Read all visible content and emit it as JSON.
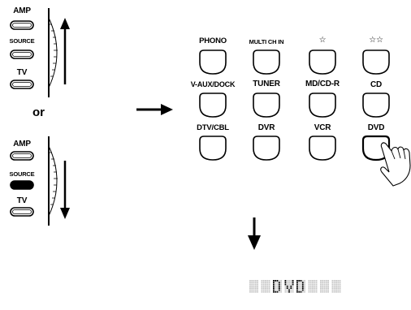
{
  "selector_top": {
    "labels": [
      "AMP",
      "SOURCE",
      "TV"
    ],
    "active": "AMP"
  },
  "or_label": "or",
  "selector_bottom": {
    "labels": [
      "AMP",
      "SOURCE",
      "TV"
    ],
    "active": "SOURCE"
  },
  "input_buttons": [
    {
      "label": "PHONO"
    },
    {
      "label": "MULTI CH IN"
    },
    {
      "label": "☆"
    },
    {
      "label": "☆☆"
    },
    {
      "label": "V-AUX/DOCK"
    },
    {
      "label": "TUNER"
    },
    {
      "label": "MD/CD-R"
    },
    {
      "label": "CD"
    },
    {
      "label": "DTV/CBL"
    },
    {
      "label": "DVR"
    },
    {
      "label": "VCR"
    },
    {
      "label": "DVD"
    }
  ],
  "pressed_button": "DVD",
  "display_text": "DVD"
}
